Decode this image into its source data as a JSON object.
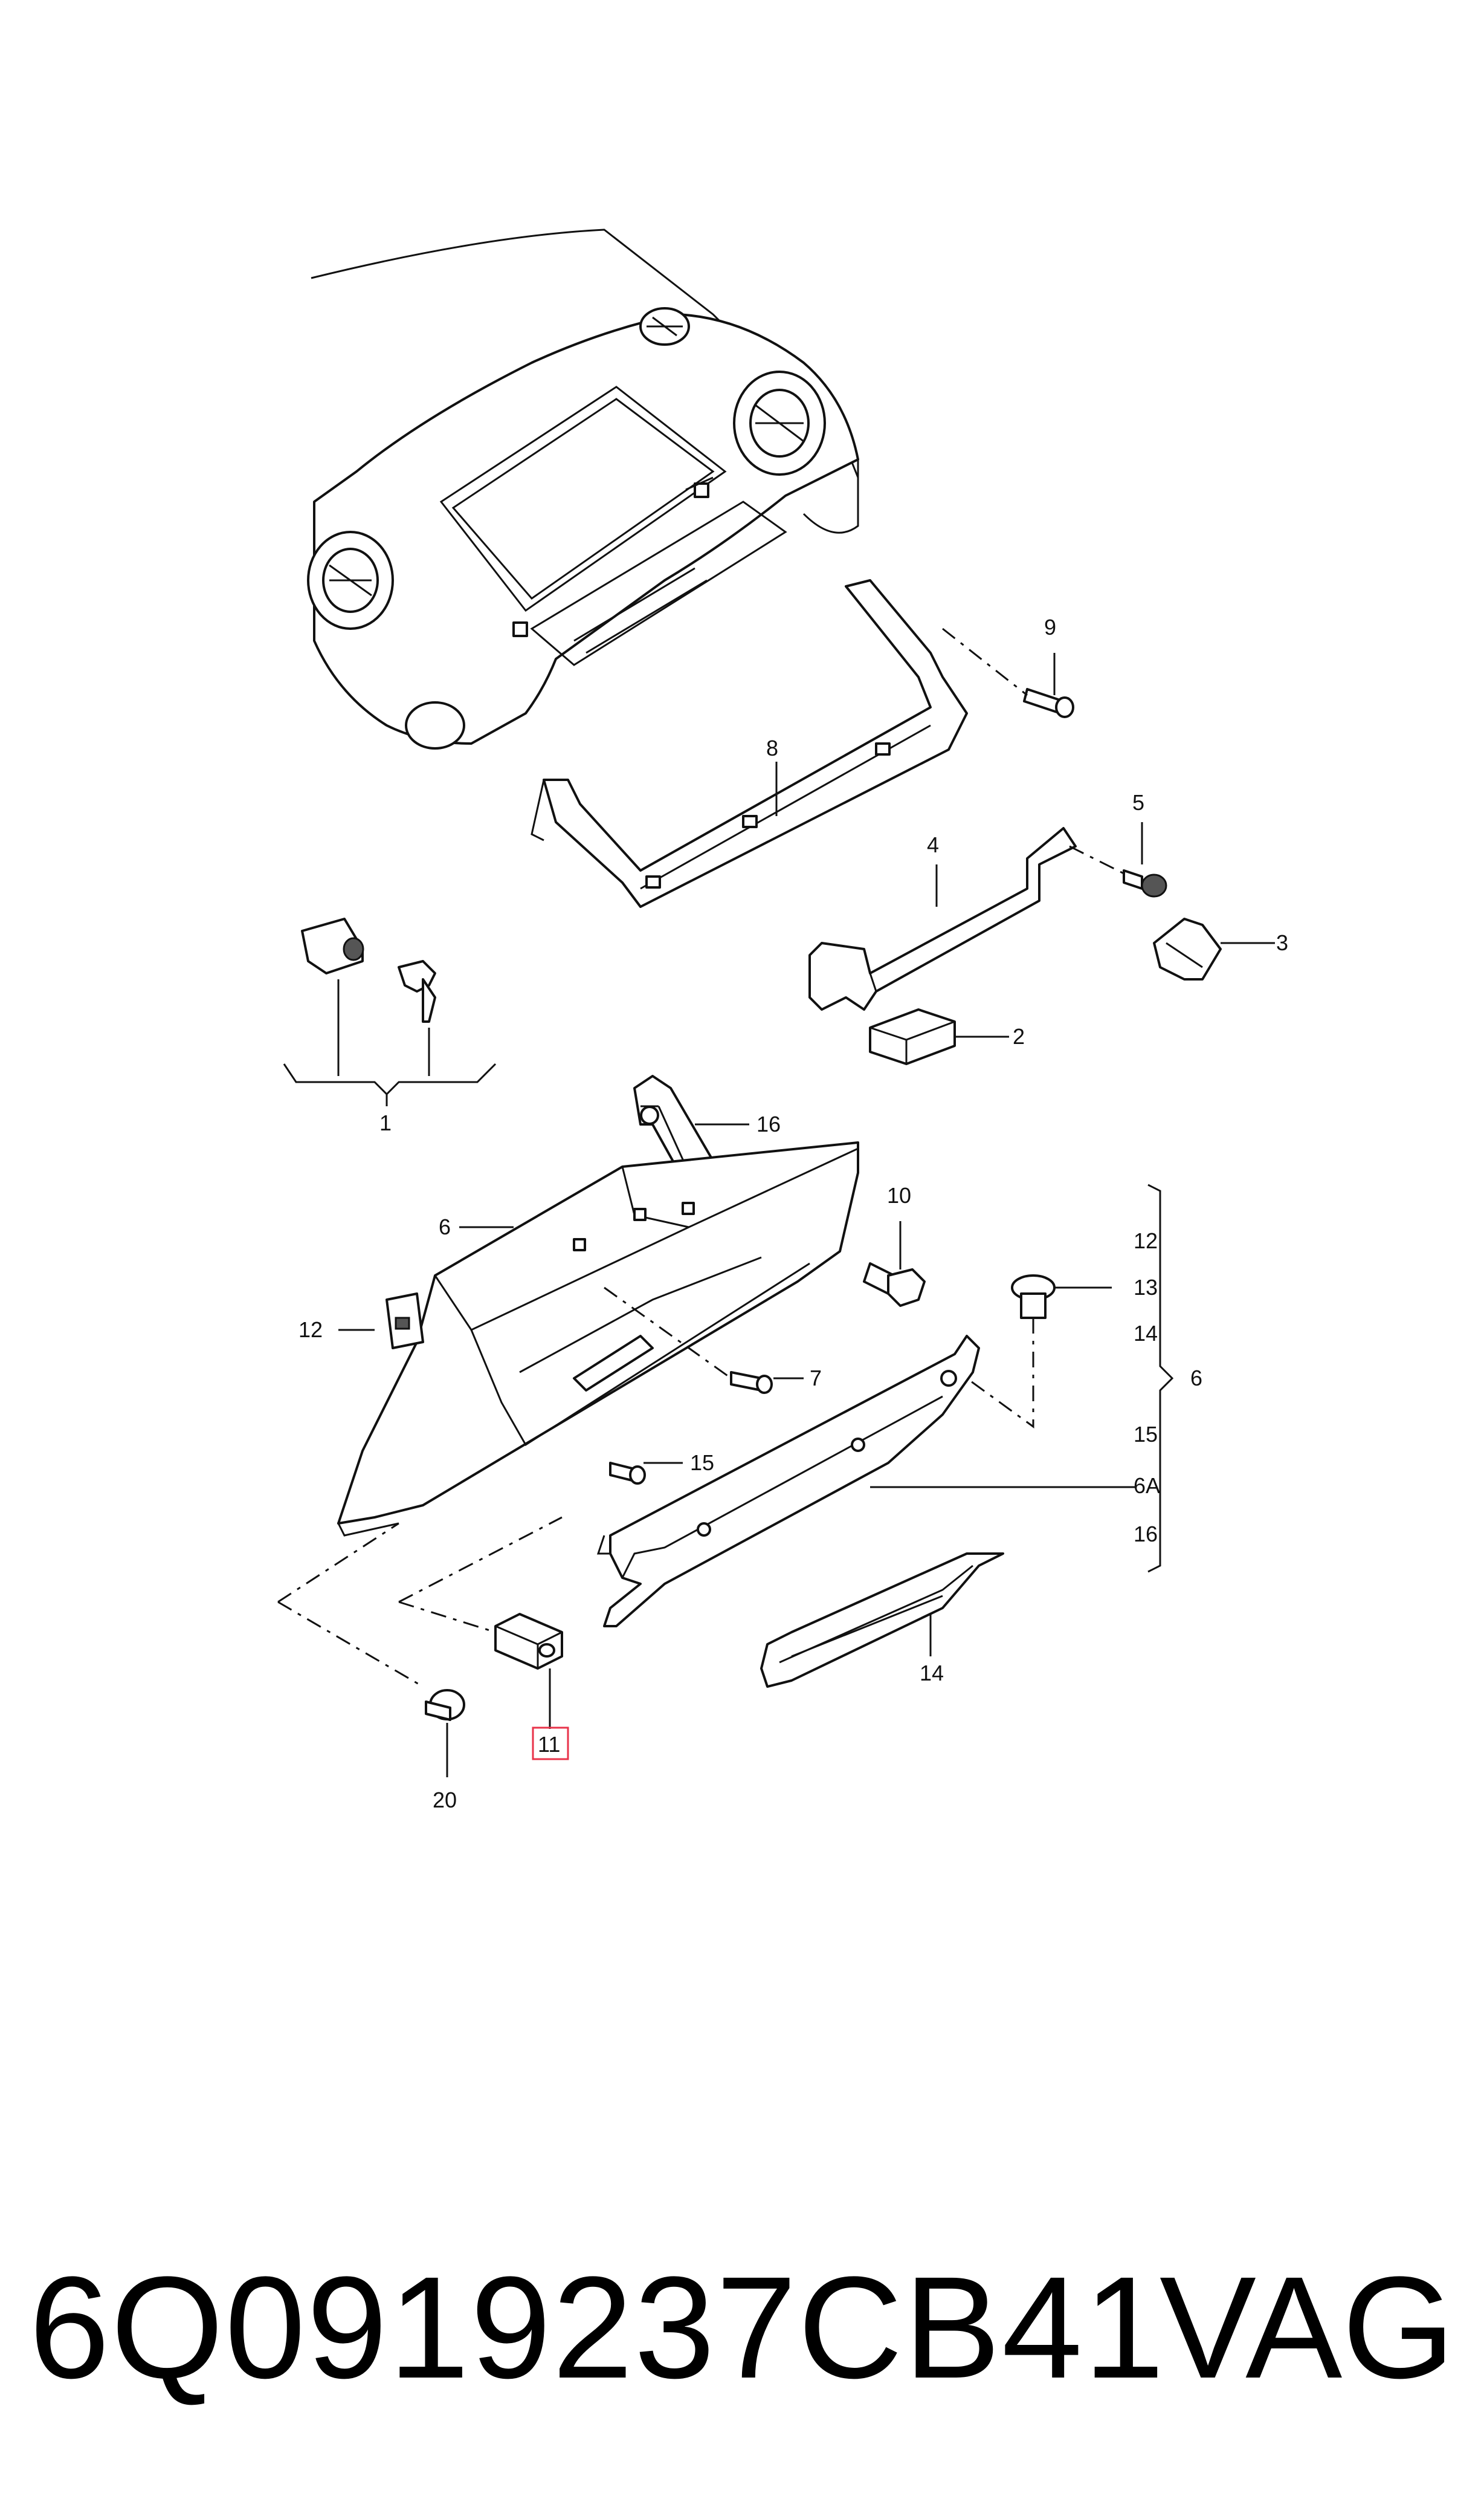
{
  "diagram": {
    "callouts": {
      "c1": "1",
      "c2": "2",
      "c3": "3",
      "c4": "4",
      "c5": "5",
      "c6": "6",
      "c6_bracket": "6",
      "c7": "7",
      "c8": "8",
      "c9": "9",
      "c10": "10",
      "c11": "11",
      "c12": "12",
      "c13": "13",
      "c15": "15",
      "c16": "16",
      "c20": "20",
      "c14": "14"
    },
    "bracket_items": [
      "12",
      "13",
      "14",
      "15",
      "6A",
      "16"
    ],
    "highlight_color": "#e8334a"
  },
  "footer": {
    "part_number": "6Q0919237CB41",
    "brand": "VAG"
  }
}
